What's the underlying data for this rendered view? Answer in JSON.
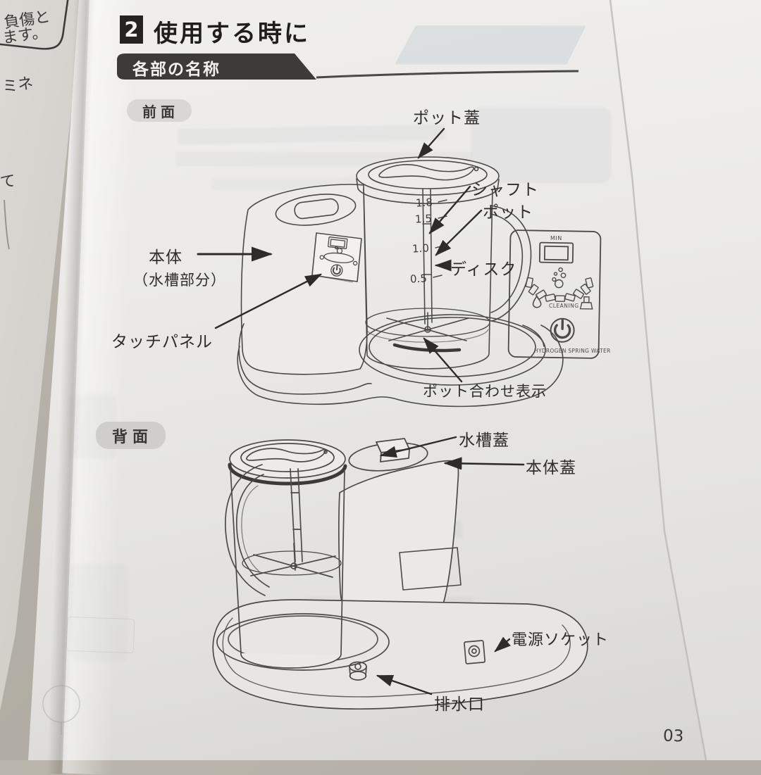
{
  "page": {
    "section_number": "2",
    "section_title": "使用する時に",
    "banner_title": "各部の名称",
    "page_number": "03"
  },
  "front_view": {
    "tag": "前面",
    "labels": {
      "pot_lid": "ポット蓋",
      "shaft": "シャフト",
      "pot": "ポット",
      "disk": "ディスク",
      "body_line1": "本体",
      "body_line2": "（水槽部分）",
      "touch_panel": "タッチパネル",
      "pot_align": "ポット合わせ表示"
    },
    "scale_marks": [
      "1.8",
      "1.5",
      "1.0",
      "0.5"
    ]
  },
  "control_panel": {
    "min": "MIN",
    "cleaning": "CLEANING",
    "brand": "HYDROGEN SPRING WATER"
  },
  "back_view": {
    "tag": "背面",
    "labels": {
      "tank_lid": "水槽蓋",
      "body_lid": "本体蓋",
      "power_socket": "電源ソケット",
      "drain": "排水口"
    }
  },
  "adjacent_page": {
    "fragment1": "負傷と",
    "fragment2": "ます。",
    "fragment3": "ミネ",
    "fragment4": "て"
  }
}
